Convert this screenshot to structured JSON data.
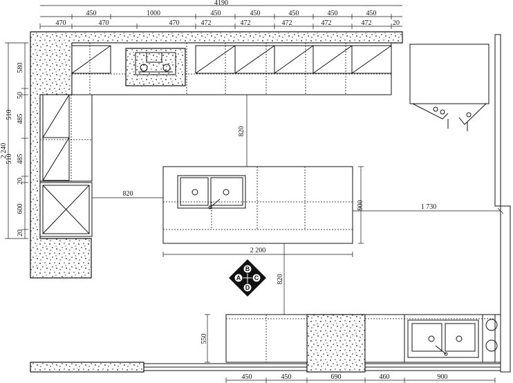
{
  "dimensions": {
    "top_total": "4190",
    "top_row1": [
      "450",
      "1000",
      "450",
      "450",
      "450",
      "450",
      "450"
    ],
    "top_row2": [
      "470",
      "470",
      "470",
      "472",
      "472",
      "472",
      "472",
      "472",
      "20"
    ],
    "left_outer": [
      "580",
      "50",
      "510",
      "485",
      "510",
      "485",
      "20",
      "600",
      "20"
    ],
    "left_total": "2 240",
    "to_wall_top": "820",
    "to_island_left": "820",
    "island_depth": "900",
    "island_to_right_wall": "1 730",
    "island_width": "2 200",
    "island_to_bottom": "820",
    "bottom_left_depth": "550",
    "bottom_row": [
      "450",
      "450",
      "690",
      "460",
      "900"
    ]
  },
  "view_marker": {
    "letters": [
      "B",
      "A",
      "C",
      "D"
    ]
  },
  "colors": {
    "line": "#111111",
    "background": "#ffffff"
  }
}
